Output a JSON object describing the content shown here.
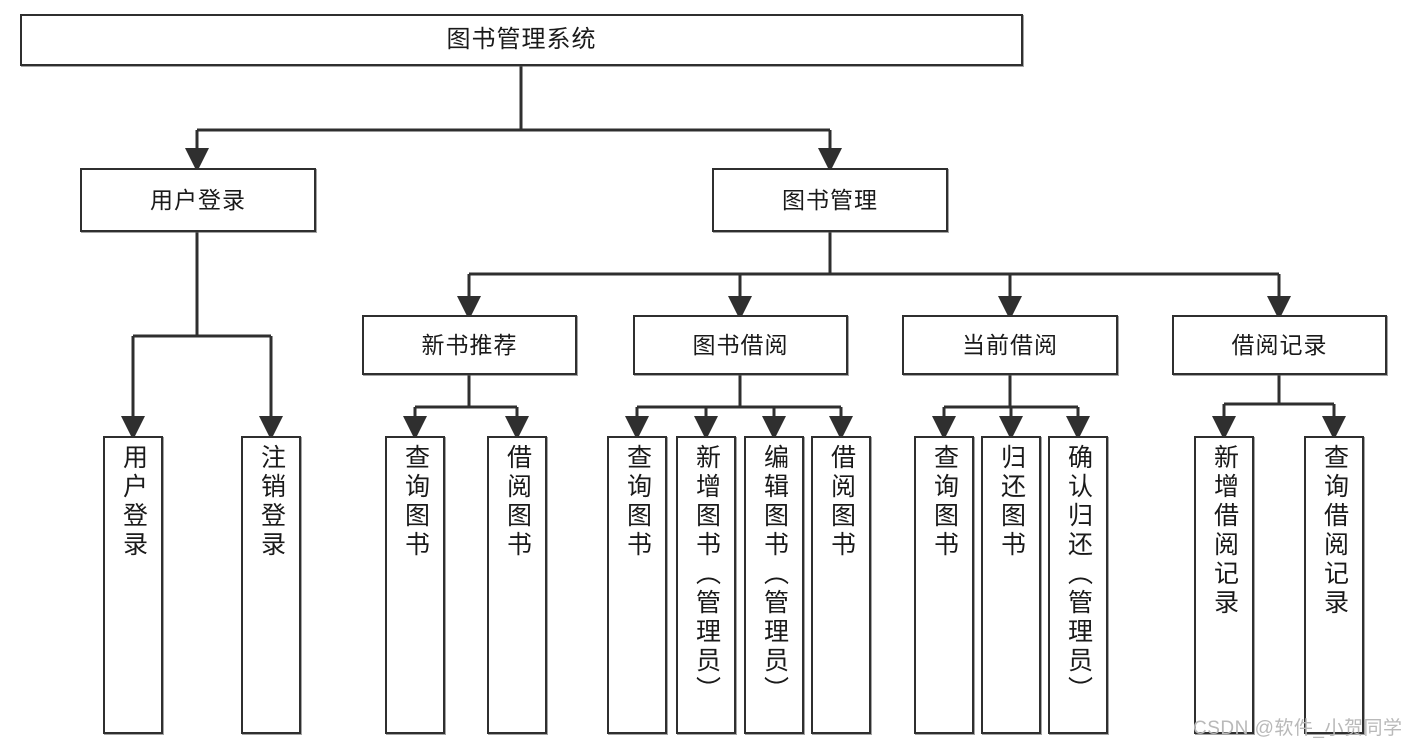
{
  "diagram": {
    "title": "图书管理系统",
    "type": "tree-hierarchy",
    "watermark": "CSDN @软件_小贺同学",
    "colors": {
      "stroke": "#2f2f2f",
      "fill": "#ffffff",
      "text": "#1a1a1a",
      "watermark": "#b9b9b9"
    },
    "nodes": {
      "root": {
        "label": "图书管理系统"
      },
      "level2": [
        {
          "id": "user-login",
          "label": "用户登录"
        },
        {
          "id": "book-manage",
          "label": "图书管理"
        }
      ],
      "level3": [
        {
          "id": "new-book-recommend",
          "label": "新书推荐"
        },
        {
          "id": "book-borrow",
          "label": "图书借阅"
        },
        {
          "id": "current-borrow",
          "label": "当前借阅"
        },
        {
          "id": "borrow-record",
          "label": "借阅记录"
        }
      ],
      "leaves": {
        "user-login": [
          {
            "id": "leaf-user-login",
            "label": "用户登录"
          },
          {
            "id": "leaf-logout-login",
            "label": "注销登录"
          }
        ],
        "new-book-recommend": [
          {
            "id": "leaf-query-book-1",
            "label": "查询图书"
          },
          {
            "id": "leaf-borrow-book-1",
            "label": "借阅图书"
          }
        ],
        "book-borrow": [
          {
            "id": "leaf-query-book-2",
            "label": "查询图书"
          },
          {
            "id": "leaf-add-book",
            "label": "新增图书（管理员）"
          },
          {
            "id": "leaf-edit-book",
            "label": "编辑图书（管理员）"
          },
          {
            "id": "leaf-borrow-book-2",
            "label": "借阅图书"
          }
        ],
        "current-borrow": [
          {
            "id": "leaf-query-book-3",
            "label": "查询图书"
          },
          {
            "id": "leaf-return-book",
            "label": "归还图书"
          },
          {
            "id": "leaf-confirm-return",
            "label": "确认归还（管理员）"
          }
        ],
        "borrow-record": [
          {
            "id": "leaf-add-record",
            "label": "新增借阅记录"
          },
          {
            "id": "leaf-query-record",
            "label": "查询借阅记录"
          }
        ]
      }
    }
  }
}
